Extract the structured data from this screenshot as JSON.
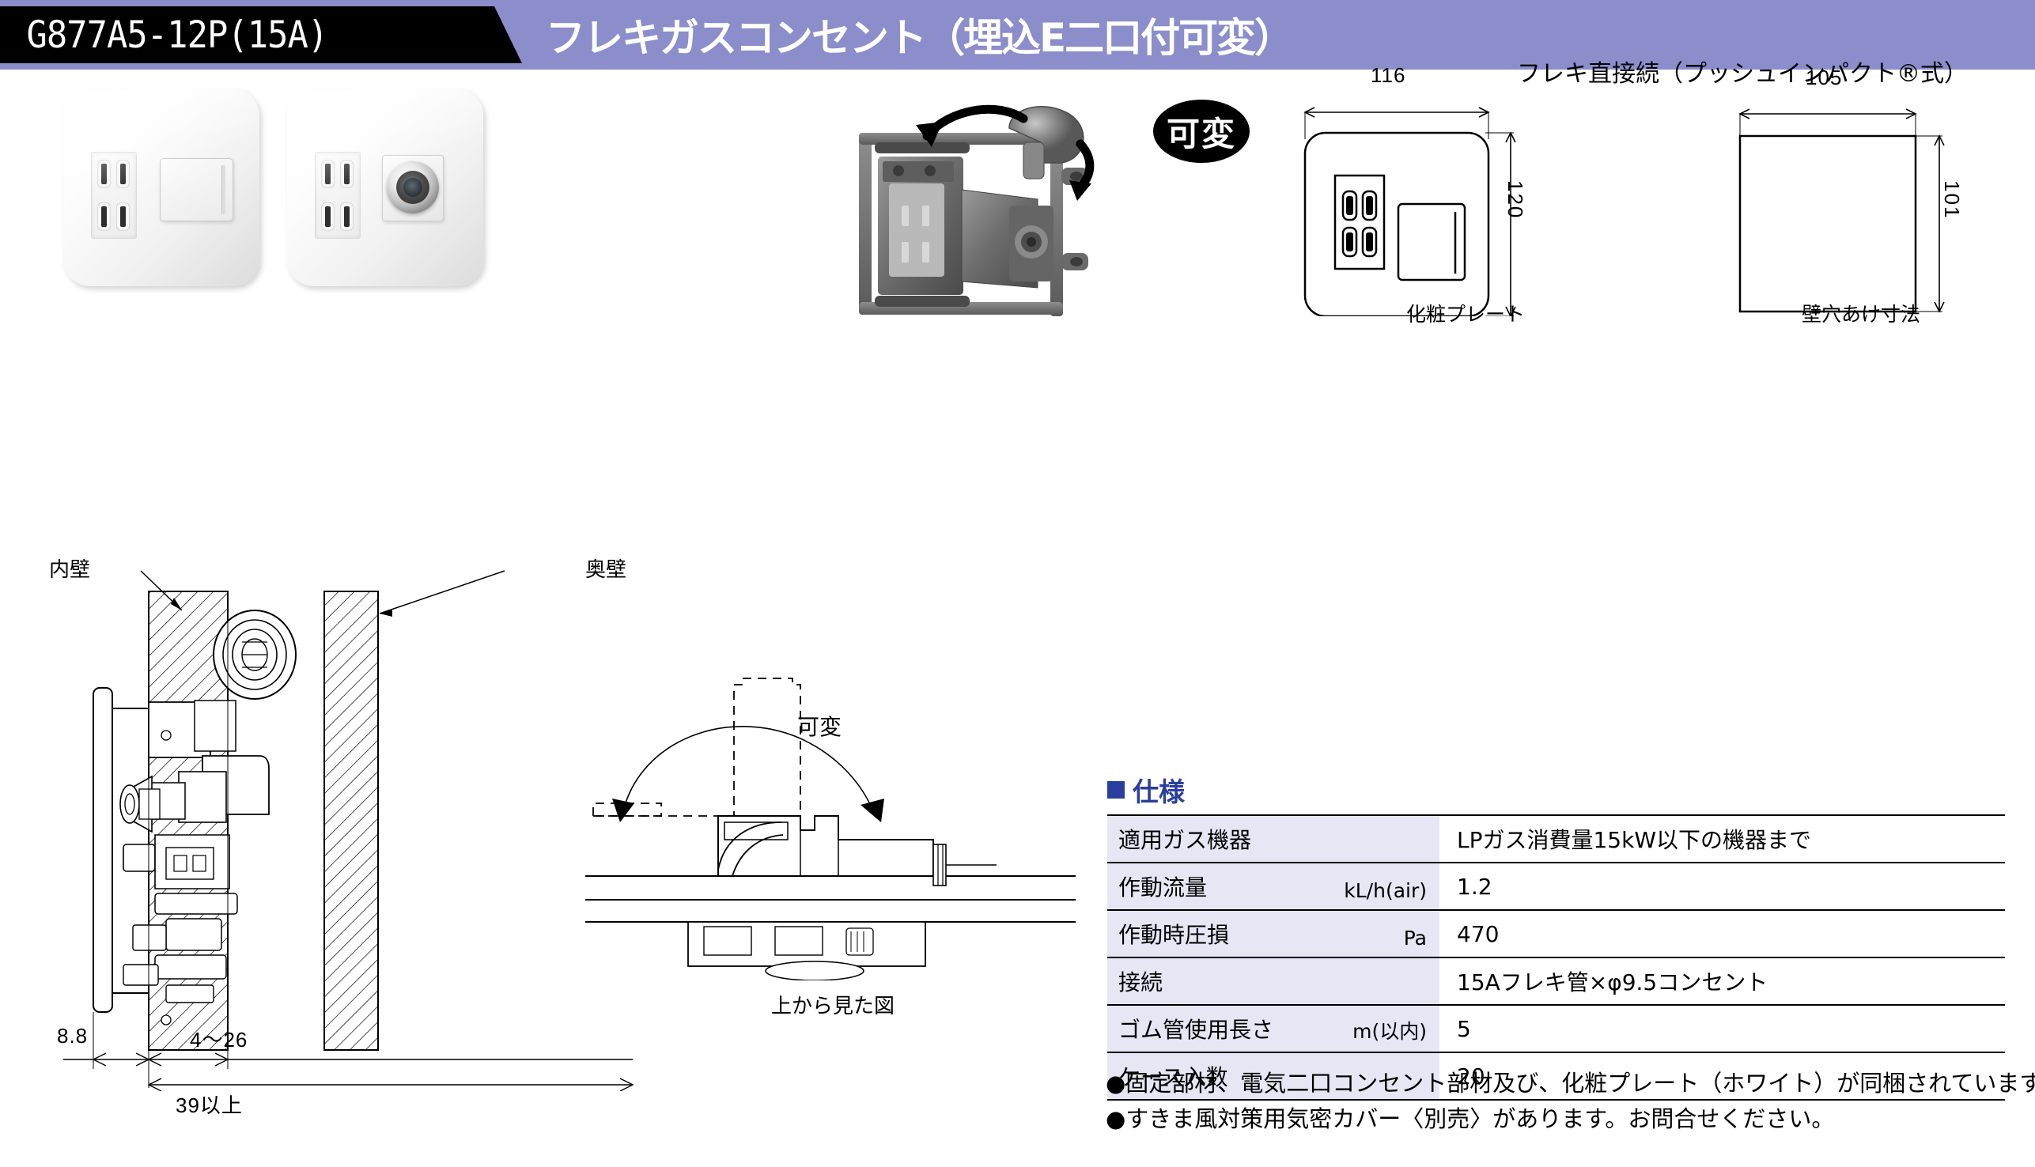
{
  "header": {
    "model": "G877A5-12P(15A)",
    "title": "フレキガスコンセント（埋込E二口付可変）"
  },
  "badges": {
    "variable": "可変",
    "variable_topview": "可変"
  },
  "diagrams": {
    "connection_note": "フレキ直接続（プッシュインパクト®式）",
    "plate": {
      "caption": "化粧プレート",
      "width": "116",
      "height": "120"
    },
    "wall_hole": {
      "caption": "壁穴あけ寸法",
      "width": "105",
      "height": "101"
    },
    "section": {
      "inner_wall": "内壁",
      "back_wall": "奥壁",
      "dim_plate_thickness": "8.8",
      "dim_wall_range": "4〜26",
      "dim_depth_min": "39以上"
    },
    "top_view": {
      "caption": "上から見た図"
    }
  },
  "spec": {
    "heading": "仕様",
    "rows": [
      {
        "name": "適用ガス機器",
        "unit": "",
        "value": "LPガス消費量15kW以下の機器まで"
      },
      {
        "name": "作動流量",
        "unit": "kL/h(air)",
        "value": "1.2"
      },
      {
        "name": "作動時圧損",
        "unit": "Pa",
        "value": "470"
      },
      {
        "name": "接続",
        "unit": "",
        "value": "15Aフレキ管×φ9.5コンセント"
      },
      {
        "name": "ゴム管使用長さ",
        "unit": "m(以内)",
        "value": "5"
      },
      {
        "name": "ケース入数",
        "unit": "",
        "value": "20"
      }
    ]
  },
  "notes": [
    "●固定部材、電気二口コンセント部材及び、化粧プレート（ホワイト）が同梱されています。",
    "●すきま風対策用気密カバー〈別売〉があります。お問合せください。"
  ],
  "colors": {
    "header_bg": "#8b8ecb",
    "tag_bg": "#000000",
    "spec_accent": "#2a3f9d",
    "spec_key_bg": "#e6e6f4"
  }
}
